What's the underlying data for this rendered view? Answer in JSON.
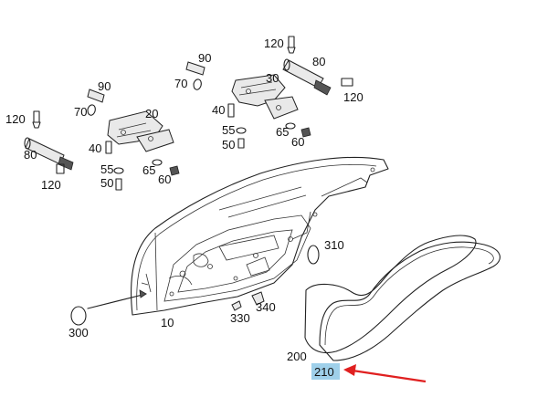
{
  "diagram": {
    "callouts": {
      "c120_top": "120",
      "c80_top": "80",
      "c120_right": "120",
      "c90_mid": "90",
      "c70_mid": "70",
      "c30": "30",
      "c40_mid": "40",
      "c55_mid": "55",
      "c50_mid": "50",
      "c65_mid": "65",
      "c60_mid": "60",
      "c90_left": "90",
      "c70_left": "70",
      "c20": "20",
      "c120_left": "120",
      "c80_left": "80",
      "c40_left": "40",
      "c55_left": "55",
      "c50_left": "50",
      "c65_left": "65",
      "c60_left": "60",
      "c120_bottom_left": "120",
      "c310": "310",
      "c10": "10",
      "c300": "300",
      "c330": "330",
      "c340": "340",
      "c200": "200",
      "c210": "210"
    },
    "highlight_color": "#9fd0ea",
    "arrow_color": "#e02020"
  }
}
